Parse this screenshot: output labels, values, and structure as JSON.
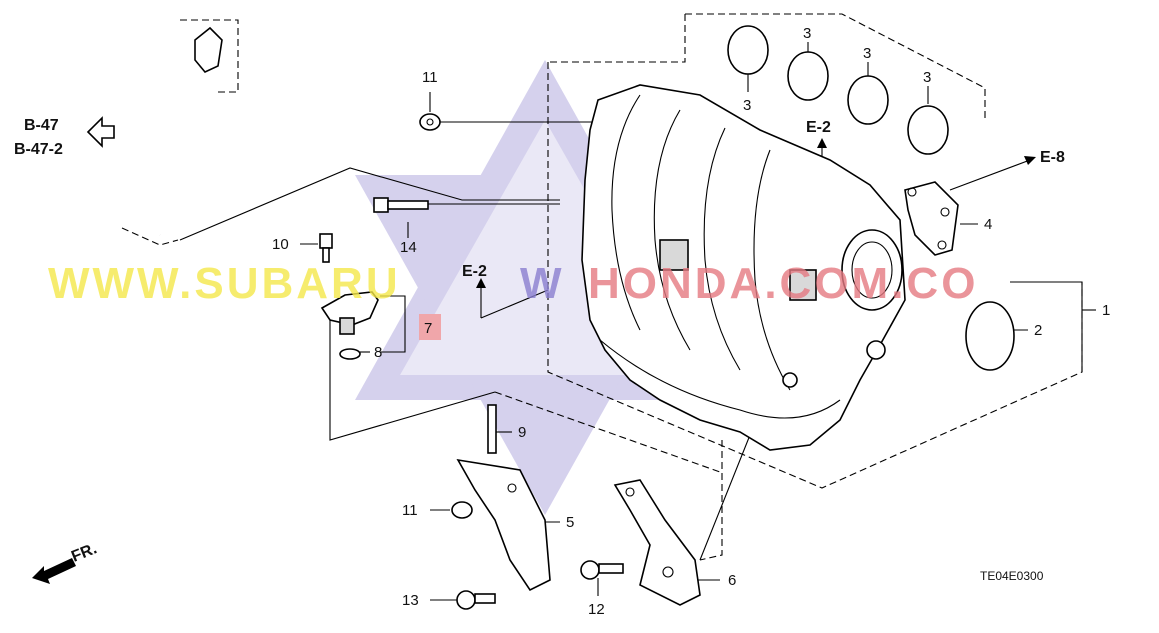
{
  "diagram": {
    "code": "TE04E0300",
    "front_label": "FR.",
    "references": {
      "b47": "B-47",
      "b47_2": "B-47-2",
      "e2_top": "E-2",
      "e2_mid": "E-2",
      "e8": "E-8"
    },
    "callouts": {
      "c1": "1",
      "c2": "2",
      "c3a": "3",
      "c3b": "3",
      "c3c": "3",
      "c3d": "3",
      "c4": "4",
      "c5": "5",
      "c6": "6",
      "c7": "7",
      "c8": "8",
      "c9": "9",
      "c10": "10",
      "c11a": "11",
      "c11b": "11",
      "c12": "12",
      "c13": "13",
      "c14": "14"
    },
    "watermark": {
      "part1": "WWW.SUBARU",
      "part2": "W",
      "part3": "HONDA.COM.CO",
      "color1": "#f5e84a",
      "color2": "#8a7fd0",
      "color3": "#e57a82"
    },
    "highlight_color": "#f0a6aa",
    "star_color": "#b3acdf"
  }
}
